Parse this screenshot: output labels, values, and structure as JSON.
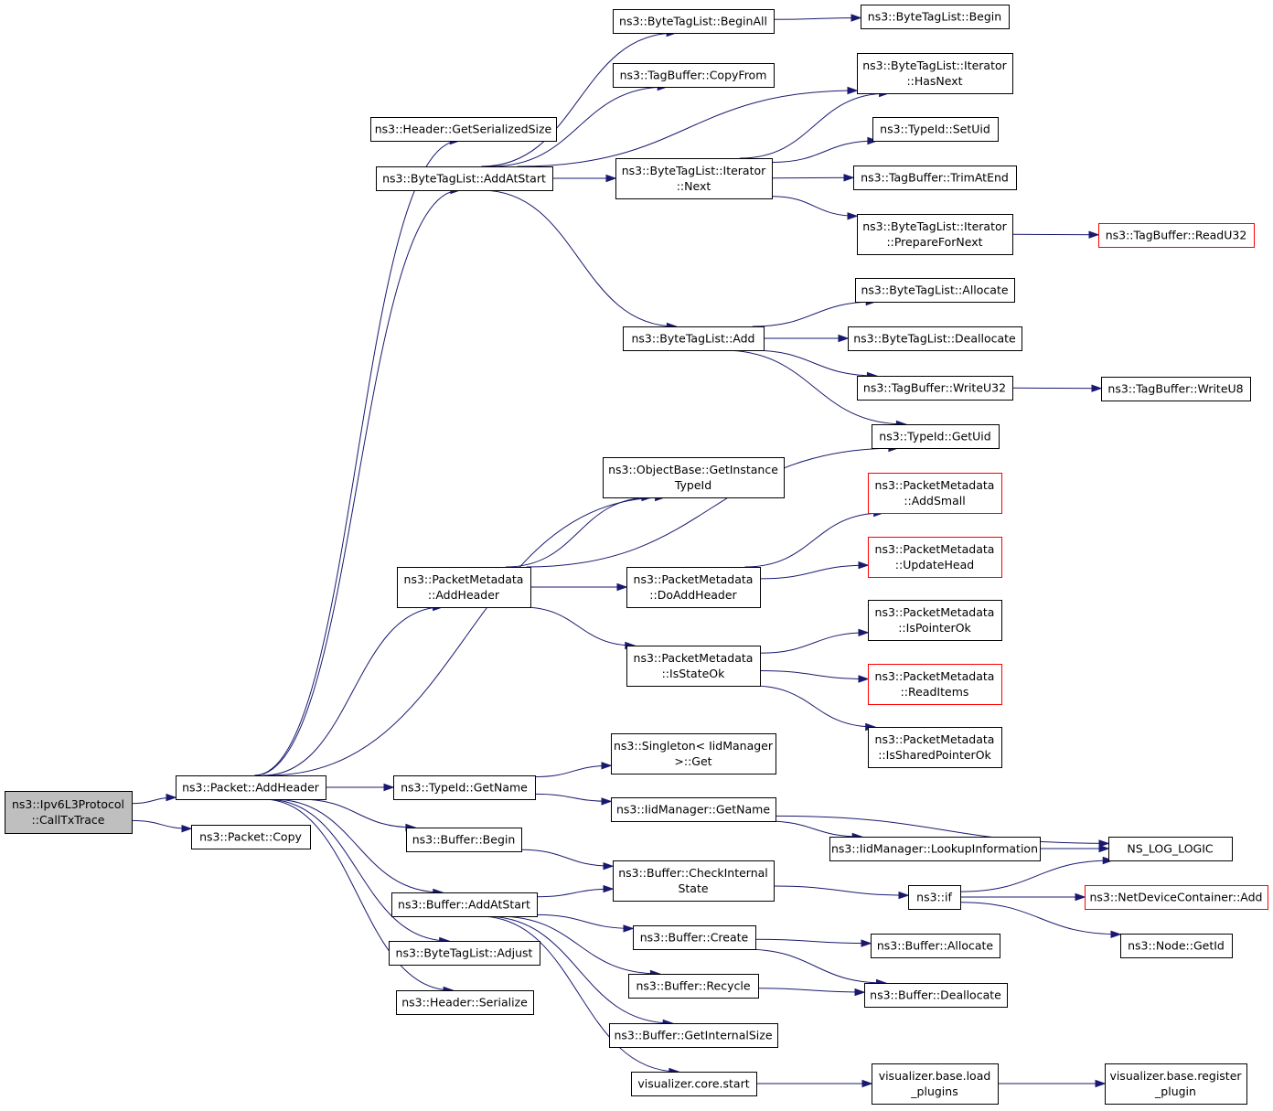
{
  "colors": {
    "edge": "#191970",
    "border": "#000000",
    "truncated_border": "#ff0000",
    "root_fill": "#bfbfbf",
    "fill": "#ffffff"
  },
  "nodes": [
    {
      "id": "root",
      "lines": [
        "ns3::Ipv6L3Protocol",
        "::CallTxTrace"
      ],
      "style": "root"
    },
    {
      "id": "pkt_addheader",
      "lines": [
        "ns3::Packet::AddHeader"
      ]
    },
    {
      "id": "pkt_copy",
      "lines": [
        "ns3::Packet::Copy"
      ]
    },
    {
      "id": "hdr_getsersize",
      "lines": [
        "ns3::Header::GetSerializedSize"
      ]
    },
    {
      "id": "btl_addatstart",
      "lines": [
        "ns3::ByteTagList::AddAtStart"
      ]
    },
    {
      "id": "btl_beginall",
      "lines": [
        "ns3::ByteTagList::BeginAll"
      ]
    },
    {
      "id": "btl_begin",
      "lines": [
        "ns3::ByteTagList::Begin"
      ]
    },
    {
      "id": "tb_copyfrom",
      "lines": [
        "ns3::TagBuffer::CopyFrom"
      ]
    },
    {
      "id": "btl_it_hasnext",
      "lines": [
        "ns3::ByteTagList::Iterator",
        "::HasNext"
      ]
    },
    {
      "id": "tid_setuid",
      "lines": [
        "ns3::TypeId::SetUid"
      ]
    },
    {
      "id": "btl_it_next",
      "lines": [
        "ns3::ByteTagList::Iterator",
        "::Next"
      ]
    },
    {
      "id": "tb_trimatend",
      "lines": [
        "ns3::TagBuffer::TrimAtEnd"
      ]
    },
    {
      "id": "btl_it_prepare",
      "lines": [
        "ns3::ByteTagList::Iterator",
        "::PrepareForNext"
      ]
    },
    {
      "id": "tb_readu32",
      "lines": [
        "ns3::TagBuffer::ReadU32"
      ],
      "style": "truncated"
    },
    {
      "id": "btl_allocate",
      "lines": [
        "ns3::ByteTagList::Allocate"
      ]
    },
    {
      "id": "btl_add",
      "lines": [
        "ns3::ByteTagList::Add"
      ]
    },
    {
      "id": "btl_deallocate",
      "lines": [
        "ns3::ByteTagList::Deallocate"
      ]
    },
    {
      "id": "tb_writeu32",
      "lines": [
        "ns3::TagBuffer::WriteU32"
      ]
    },
    {
      "id": "tb_writeu8",
      "lines": [
        "ns3::TagBuffer::WriteU8"
      ]
    },
    {
      "id": "tid_getuid",
      "lines": [
        "ns3::TypeId::GetUid"
      ]
    },
    {
      "id": "ob_getinstance",
      "lines": [
        "ns3::ObjectBase::GetInstance",
        "TypeId"
      ]
    },
    {
      "id": "pm_addsmall",
      "lines": [
        "ns3::PacketMetadata",
        "::AddSmall"
      ],
      "style": "truncated"
    },
    {
      "id": "pm_addheader",
      "lines": [
        "ns3::PacketMetadata",
        "::AddHeader"
      ]
    },
    {
      "id": "pm_doaddheader",
      "lines": [
        "ns3::PacketMetadata",
        "::DoAddHeader"
      ]
    },
    {
      "id": "pm_updatehead",
      "lines": [
        "ns3::PacketMetadata",
        "::UpdateHead"
      ],
      "style": "truncated"
    },
    {
      "id": "pm_ispointerok",
      "lines": [
        "ns3::PacketMetadata",
        "::IsPointerOk"
      ]
    },
    {
      "id": "pm_isstateok",
      "lines": [
        "ns3::PacketMetadata",
        "::IsStateOk"
      ]
    },
    {
      "id": "pm_readitems",
      "lines": [
        "ns3::PacketMetadata",
        "::ReadItems"
      ],
      "style": "truncated"
    },
    {
      "id": "pm_issharedptr",
      "lines": [
        "ns3::PacketMetadata",
        "::IsSharedPointerOk"
      ]
    },
    {
      "id": "singleton_get",
      "lines": [
        "ns3::Singleton< IidManager",
        ">::Get"
      ]
    },
    {
      "id": "tid_getname",
      "lines": [
        "ns3::TypeId::GetName"
      ]
    },
    {
      "id": "iid_getname",
      "lines": [
        "ns3::IidManager::GetName"
      ]
    },
    {
      "id": "iid_lookup",
      "lines": [
        "ns3::IidManager::LookupInformation"
      ]
    },
    {
      "id": "ns_log_logic",
      "lines": [
        "NS_LOG_LOGIC"
      ]
    },
    {
      "id": "buf_begin",
      "lines": [
        "ns3::Buffer::Begin"
      ]
    },
    {
      "id": "buf_checkinternal",
      "lines": [
        "ns3::Buffer::CheckInternal",
        "State"
      ]
    },
    {
      "id": "ns3_if",
      "lines": [
        "ns3::if"
      ]
    },
    {
      "id": "ndc_add",
      "lines": [
        "ns3::NetDeviceContainer::Add"
      ],
      "style": "truncated"
    },
    {
      "id": "buf_addatstart",
      "lines": [
        "ns3::Buffer::AddAtStart"
      ]
    },
    {
      "id": "buf_create",
      "lines": [
        "ns3::Buffer::Create"
      ]
    },
    {
      "id": "buf_allocate",
      "lines": [
        "ns3::Buffer::Allocate"
      ]
    },
    {
      "id": "node_getid",
      "lines": [
        "ns3::Node::GetId"
      ]
    },
    {
      "id": "btl_adjust",
      "lines": [
        "ns3::ByteTagList::Adjust"
      ]
    },
    {
      "id": "buf_recycle",
      "lines": [
        "ns3::Buffer::Recycle"
      ]
    },
    {
      "id": "buf_deallocate",
      "lines": [
        "ns3::Buffer::Deallocate"
      ]
    },
    {
      "id": "hdr_serialize",
      "lines": [
        "ns3::Header::Serialize"
      ]
    },
    {
      "id": "buf_getinternalsize",
      "lines": [
        "ns3::Buffer::GetInternalSize"
      ]
    },
    {
      "id": "viz_core_start",
      "lines": [
        "visualizer.core.start"
      ]
    },
    {
      "id": "viz_load_plugins",
      "lines": [
        "visualizer.base.load",
        "_plugins"
      ]
    },
    {
      "id": "viz_register_plugin",
      "lines": [
        "visualizer.base.register",
        "_plugin"
      ]
    }
  ],
  "edges": [
    [
      "root",
      "pkt_addheader"
    ],
    [
      "root",
      "pkt_copy"
    ],
    [
      "pkt_addheader",
      "hdr_getsersize"
    ],
    [
      "pkt_addheader",
      "btl_addatstart"
    ],
    [
      "pkt_addheader",
      "pm_addheader"
    ],
    [
      "pkt_addheader",
      "ob_getinstance"
    ],
    [
      "pkt_addheader",
      "tid_getname"
    ],
    [
      "pkt_addheader",
      "buf_begin"
    ],
    [
      "pkt_addheader",
      "buf_addatstart"
    ],
    [
      "pkt_addheader",
      "btl_adjust"
    ],
    [
      "pkt_addheader",
      "hdr_serialize"
    ],
    [
      "btl_addatstart",
      "btl_beginall"
    ],
    [
      "btl_addatstart",
      "tb_copyfrom"
    ],
    [
      "btl_addatstart",
      "btl_it_hasnext"
    ],
    [
      "btl_addatstart",
      "btl_it_next"
    ],
    [
      "btl_addatstart",
      "btl_add"
    ],
    [
      "btl_beginall",
      "btl_begin"
    ],
    [
      "btl_it_next",
      "btl_it_hasnext"
    ],
    [
      "btl_it_next",
      "tid_setuid"
    ],
    [
      "btl_it_next",
      "tb_trimatend"
    ],
    [
      "btl_it_next",
      "btl_it_prepare"
    ],
    [
      "btl_it_prepare",
      "tb_readu32"
    ],
    [
      "btl_add",
      "btl_allocate"
    ],
    [
      "btl_add",
      "btl_deallocate"
    ],
    [
      "btl_add",
      "tb_writeu32"
    ],
    [
      "btl_add",
      "tid_getuid"
    ],
    [
      "tb_writeu32",
      "tb_writeu8"
    ],
    [
      "pm_addheader",
      "ob_getinstance"
    ],
    [
      "pm_addheader",
      "tid_getuid"
    ],
    [
      "pm_addheader",
      "pm_doaddheader"
    ],
    [
      "pm_addheader",
      "pm_isstateok"
    ],
    [
      "pm_doaddheader",
      "pm_addsmall"
    ],
    [
      "pm_doaddheader",
      "pm_updatehead"
    ],
    [
      "pm_isstateok",
      "pm_ispointerok"
    ],
    [
      "pm_isstateok",
      "pm_readitems"
    ],
    [
      "pm_isstateok",
      "pm_issharedptr"
    ],
    [
      "tid_getname",
      "singleton_get"
    ],
    [
      "tid_getname",
      "iid_getname"
    ],
    [
      "iid_getname",
      "ns_log_logic"
    ],
    [
      "iid_getname",
      "iid_lookup"
    ],
    [
      "iid_lookup",
      "ns_log_logic"
    ],
    [
      "buf_begin",
      "buf_checkinternal"
    ],
    [
      "buf_checkinternal",
      "ns3_if"
    ],
    [
      "ns3_if",
      "ns_log_logic"
    ],
    [
      "ns3_if",
      "ndc_add"
    ],
    [
      "ns3_if",
      "node_getid"
    ],
    [
      "buf_addatstart",
      "buf_checkinternal"
    ],
    [
      "buf_addatstart",
      "buf_create"
    ],
    [
      "buf_addatstart",
      "buf_recycle"
    ],
    [
      "buf_addatstart",
      "buf_getinternalsize"
    ],
    [
      "buf_addatstart",
      "viz_core_start"
    ],
    [
      "buf_create",
      "buf_allocate"
    ],
    [
      "buf_create",
      "buf_deallocate"
    ],
    [
      "buf_recycle",
      "buf_deallocate"
    ],
    [
      "viz_core_start",
      "viz_load_plugins"
    ],
    [
      "viz_load_plugins",
      "viz_register_plugin"
    ]
  ]
}
